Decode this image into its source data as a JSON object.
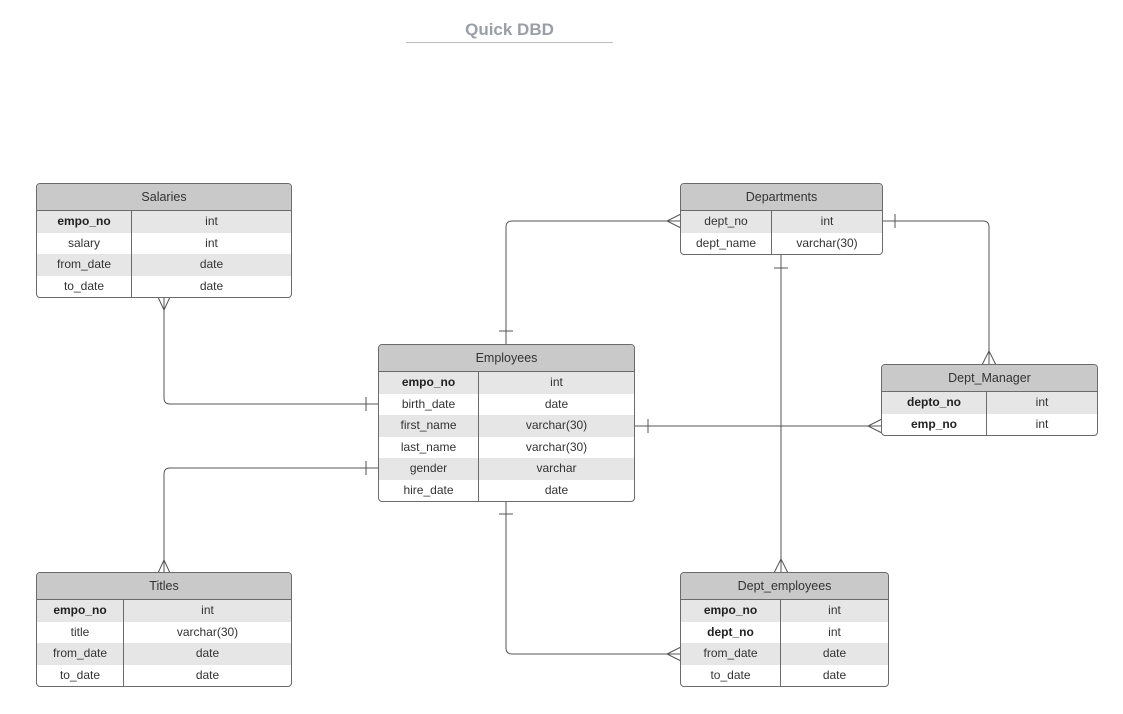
{
  "title": "Quick DBD",
  "tables": {
    "salaries": {
      "name": "Salaries",
      "rows": [
        {
          "field": "empo_no",
          "type": "int",
          "key": true
        },
        {
          "field": "salary",
          "type": "int",
          "key": false
        },
        {
          "field": "from_date",
          "type": "date",
          "key": false
        },
        {
          "field": "to_date",
          "type": "date",
          "key": false
        }
      ]
    },
    "departments": {
      "name": "Departments",
      "rows": [
        {
          "field": "dept_no",
          "type": "int",
          "key": false
        },
        {
          "field": "dept_name",
          "type": "varchar(30)",
          "key": false
        }
      ]
    },
    "employees": {
      "name": "Employees",
      "rows": [
        {
          "field": "empo_no",
          "type": "int",
          "key": true
        },
        {
          "field": "birth_date",
          "type": "date",
          "key": false
        },
        {
          "field": "first_name",
          "type": "varchar(30)",
          "key": false
        },
        {
          "field": "last_name",
          "type": "varchar(30)",
          "key": false
        },
        {
          "field": "gender",
          "type": "varchar",
          "key": false
        },
        {
          "field": "hire_date",
          "type": "date",
          "key": false
        }
      ]
    },
    "dept_manager": {
      "name": "Dept_Manager",
      "rows": [
        {
          "field": "depto_no",
          "type": "int",
          "key": true
        },
        {
          "field": "emp_no",
          "type": "int",
          "key": true
        }
      ]
    },
    "titles": {
      "name": "Titles",
      "rows": [
        {
          "field": "empo_no",
          "type": "int",
          "key": true
        },
        {
          "field": "title",
          "type": "varchar(30)",
          "key": false
        },
        {
          "field": "from_date",
          "type": "date",
          "key": false
        },
        {
          "field": "to_date",
          "type": "date",
          "key": false
        }
      ]
    },
    "dept_employees": {
      "name": "Dept_employees",
      "rows": [
        {
          "field": "empo_no",
          "type": "int",
          "key": true
        },
        {
          "field": "dept_no",
          "type": "int",
          "key": true
        },
        {
          "field": "from_date",
          "type": "date",
          "key": false
        },
        {
          "field": "to_date",
          "type": "date",
          "key": false
        }
      ]
    }
  },
  "relationships": [
    {
      "from": "Salaries",
      "to": "Employees",
      "kind": "many-to-one"
    },
    {
      "from": "Titles",
      "to": "Employees",
      "kind": "many-to-one"
    },
    {
      "from": "Employees",
      "to": "Departments",
      "kind": "one-to-many"
    },
    {
      "from": "Departments",
      "to": "Dept_Manager",
      "kind": "one-to-many"
    },
    {
      "from": "Employees",
      "to": "Dept_Manager",
      "kind": "one-to-many"
    },
    {
      "from": "Departments",
      "to": "Dept_employees",
      "kind": "one-to-many"
    },
    {
      "from": "Employees",
      "to": "Dept_employees",
      "kind": "one-to-many"
    }
  ]
}
